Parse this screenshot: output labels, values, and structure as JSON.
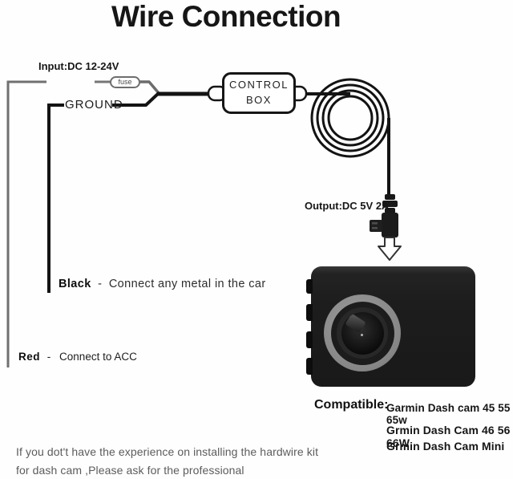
{
  "title": "Wire Connection",
  "diagram": {
    "input_label": "Input:DC 12-24V",
    "ground_label": "GROUND",
    "fuse_label": "fuse",
    "control_box": {
      "line1": "CONTROL",
      "line2": "BOX"
    },
    "output_label": "Output:DC 5V 2A",
    "black_note": {
      "label": "Black",
      "dash": "-",
      "text": "Connect any metal in the car"
    },
    "red_note": {
      "label": "Red",
      "dash": "-",
      "text": "Connect to ACC"
    },
    "colors": {
      "power_wire_gray": "#707070",
      "ground_wire_black": "#141414",
      "control_box_border": "#161616"
    }
  },
  "compatibility": {
    "label": "Compatible:",
    "models": [
      "Garmin Dash cam 45 55 65w",
      "Grmin Dash Cam 46 56 66W",
      "Grmin Dash Cam Mini"
    ]
  },
  "footer": {
    "line1": "If you dot't have the experience on installing the hardwire kit",
    "line2": "for dash cam ,Please ask for the professional"
  }
}
